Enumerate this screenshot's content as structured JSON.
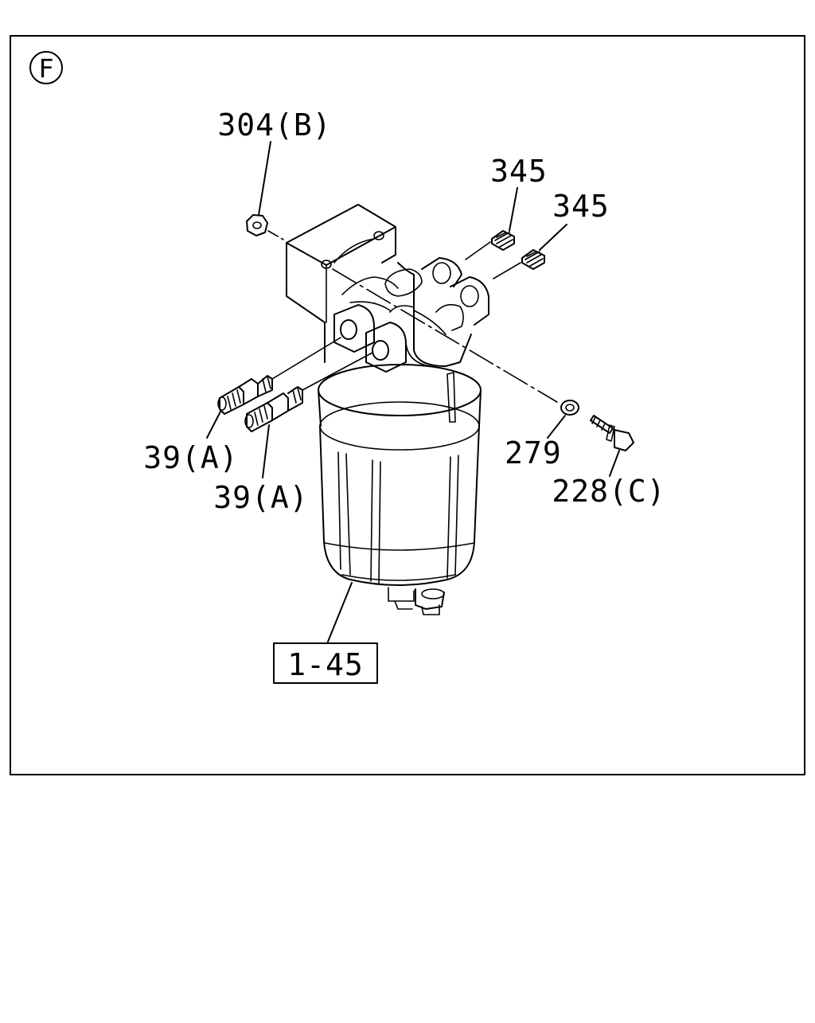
{
  "view_marker": "F",
  "callouts": {
    "c304b": "304(B)",
    "c345a": "345",
    "c345b": "345",
    "c39a_1": "39(A)",
    "c39a_2": "39(A)",
    "c279": "279",
    "c228c": "228(C)"
  },
  "assembly_label": "1-45"
}
